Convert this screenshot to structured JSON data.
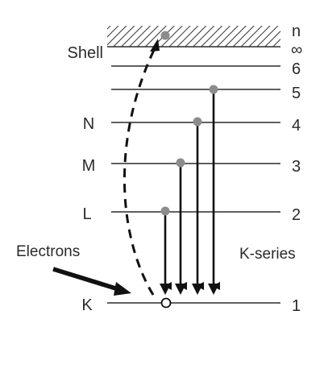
{
  "diagram": {
    "shell_label": "Shell",
    "n_label": "n",
    "infinity_label": "∞",
    "shells": [
      {
        "name": "",
        "n": "6"
      },
      {
        "name": "",
        "n": "5"
      },
      {
        "name": "N",
        "n": "4"
      },
      {
        "name": "M",
        "n": "3"
      },
      {
        "name": "L",
        "n": "2"
      },
      {
        "name": "K",
        "n": "1"
      }
    ],
    "electrons_label": "Electrons",
    "series_label": "K-series"
  }
}
